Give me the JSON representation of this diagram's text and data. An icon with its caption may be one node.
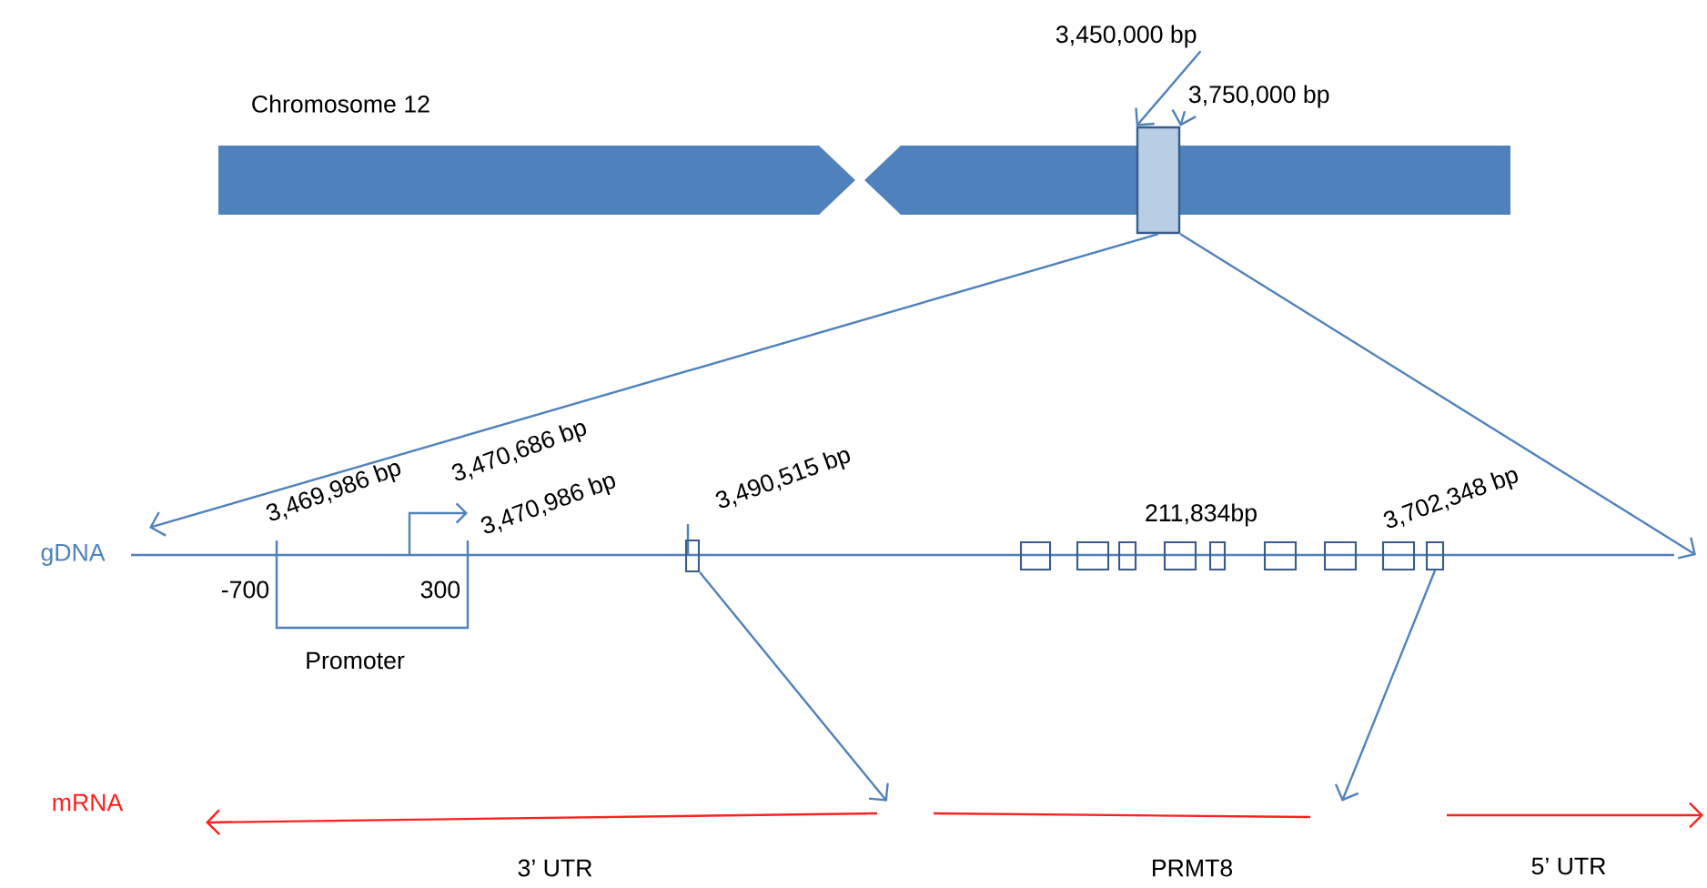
{
  "diagram": {
    "nodes": [
      {
        "text": [
          "Chromosome 12"
        ]
      },
      {
        "text": [],
        "shape": "box"
      },
      {
        "text": [
          "3,450,000 bp"
        ]
      },
      {
        "text": [
          "3,750,000 bp"
        ]
      },
      {
        "text": [],
        "shape": "box"
      },
      {
        "text": [],
        "shape": "box"
      },
      {
        "text": [],
        "shape": "box"
      },
      {
        "text": [],
        "shape": "box"
      },
      {
        "text": [],
        "shape": "box"
      },
      {
        "text": [],
        "shape": "box"
      },
      {
        "text": [],
        "shape": "box"
      },
      {
        "text": [],
        "shape": "box"
      },
      {
        "text": [],
        "shape": "box"
      },
      {
        "text": [],
        "shape": "box"
      },
      {
        "text": [
          "mRNA"
        ]
      }
    ],
    "edges": [
      {
        "from": 2,
        "to": 1,
        "arrow": "to"
      },
      {
        "from": 3,
        "to": 1,
        "arrow": "to"
      },
      {
        "from": 1,
        "to": null,
        "arrow": "to"
      },
      {
        "from": 1,
        "to": null,
        "arrow": "to"
      },
      {
        "from": 4,
        "to": 14,
        "arrow": "to"
      },
      {
        "from": 13,
        "to": 14,
        "arrow": "to"
      }
    ],
    "labels": [
      "3,469,986 bp",
      "3,470,686 bp",
      "3,470,986 bp",
      "3,490,515 bp",
      "211,834bp",
      "3,702,348 bp",
      "gDNA",
      "-700",
      "300",
      "Promoter",
      "3’ UTR",
      "PRMT8",
      "5’ UTR"
    ]
  }
}
